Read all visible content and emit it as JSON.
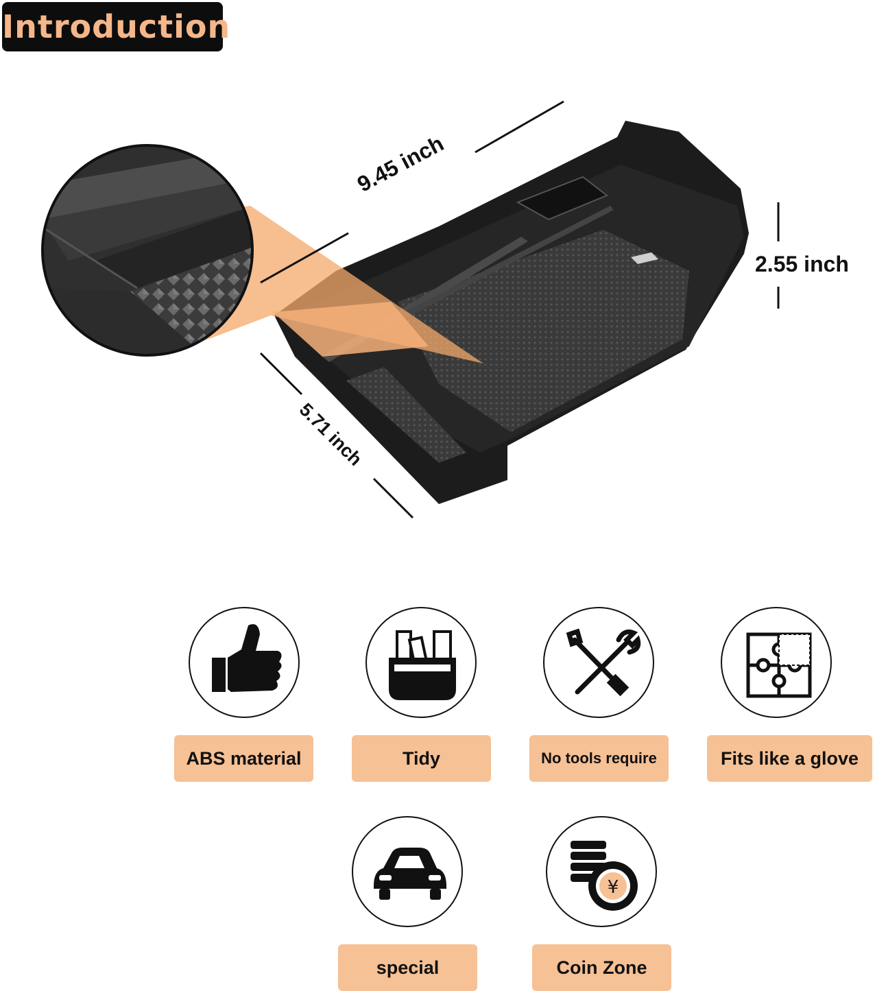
{
  "header": {
    "title": "Introduction"
  },
  "dimensions": {
    "length": "9.45 inch",
    "height": "2.55 inch",
    "width": "5.71 inch"
  },
  "features": [
    {
      "icon": "thumbs-up-icon",
      "label": "ABS material"
    },
    {
      "icon": "tidy-box-icon",
      "label": "Tidy"
    },
    {
      "icon": "tools-icon",
      "label": "No tools require"
    },
    {
      "icon": "puzzle-icon",
      "label": "Fits like a glove"
    },
    {
      "icon": "car-icon",
      "label": "special"
    },
    {
      "icon": "coin-icon",
      "label": "Coin Zone"
    }
  ],
  "colors": {
    "accent": "#f6c195",
    "title_text": "#f5b78a",
    "title_bg": "#0d0d0d"
  }
}
